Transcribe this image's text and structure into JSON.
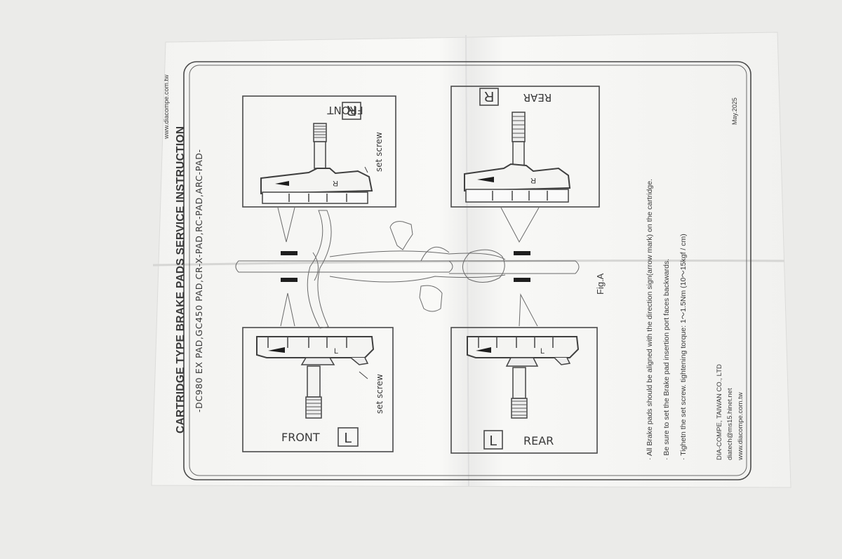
{
  "sheet": {
    "title": "CARTRIDGE TYPE BRAKE PADS SERVICE INSTRUCTION",
    "models": "-DC980 EX PAD,GC450 PAD,CR-X-PAD,RC-PAD,ARC-PAD-",
    "website_top": "www.diacompe.com.tw",
    "date": "May.2025",
    "fig_label": "Fig.A"
  },
  "panels": {
    "front_right": {
      "position": "FRONT",
      "side": "R",
      "screw_label": "set screw",
      "pad_letter": "R"
    },
    "rear_right": {
      "position": "REAR",
      "side": "R",
      "pad_letter": "R"
    },
    "front_left": {
      "position": "FRONT",
      "side": "L",
      "screw_label": "set screw",
      "pad_letter": "L"
    },
    "rear_left": {
      "position": "REAR",
      "side": "L",
      "pad_letter": "L"
    }
  },
  "instructions": [
    "· All Brake pads should be aligned with the direction sign(arrow mark) on the cartridge.",
    "· Be sure to set the Brake pad insertion port faces backwards.",
    "· Tighetn the set screw. tightening torque: 1～1.5Nm (10～15kgf / cm)"
  ],
  "company": {
    "name": "DIA-COMPE, TAIWAN CO., LTD",
    "email": "diatech@ms15.hinet.net",
    "web": "www.diacompe.com.tw"
  },
  "colors": {
    "paper": "#f7f7f5",
    "background": "#ebebe9",
    "ink": "#3a3a3a"
  }
}
